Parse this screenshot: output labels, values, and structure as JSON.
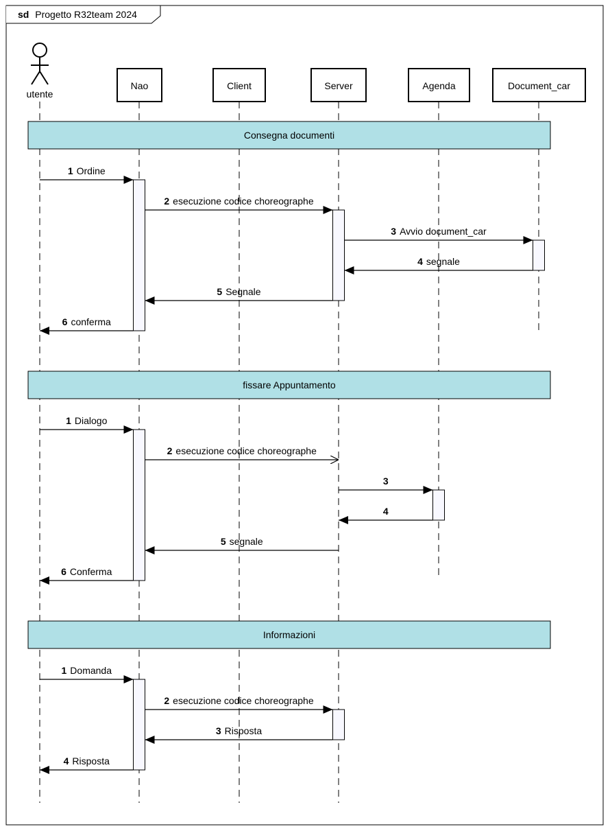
{
  "frame": {
    "keyword": "sd",
    "title": "Progetto R32team 2024"
  },
  "actor": {
    "label": "utente"
  },
  "participants": [
    {
      "id": "nao",
      "label": "Nao"
    },
    {
      "id": "client",
      "label": "Client"
    },
    {
      "id": "server",
      "label": "Server"
    },
    {
      "id": "agenda",
      "label": "Agenda"
    },
    {
      "id": "document_car",
      "label": "Document_car"
    }
  ],
  "colors": {
    "fragment_fill": "#b0e0e6",
    "activation_fill": "#f8f8ff",
    "line": "#000000"
  },
  "fragments": [
    {
      "title": "Consegna documenti",
      "messages": [
        {
          "num": "1",
          "text": "Ordine",
          "from": "utente",
          "to": "nao",
          "kind": "sync"
        },
        {
          "num": "2",
          "text": "esecuzione codice choreographe",
          "from": "nao",
          "to": "server",
          "kind": "sync"
        },
        {
          "num": "3",
          "text": "Avvio document_car",
          "from": "server",
          "to": "document_car",
          "kind": "sync"
        },
        {
          "num": "4",
          "text": "segnale",
          "from": "document_car",
          "to": "server",
          "kind": "reply"
        },
        {
          "num": "5",
          "text": "Segnale",
          "from": "server",
          "to": "nao",
          "kind": "reply"
        },
        {
          "num": "6",
          "text": "conferma",
          "from": "nao",
          "to": "utente",
          "kind": "reply"
        }
      ]
    },
    {
      "title": "fissare Appuntamento",
      "messages": [
        {
          "num": "1",
          "text": "Dialogo",
          "from": "utente",
          "to": "nao",
          "kind": "sync"
        },
        {
          "num": "2",
          "text": "esecuzione codice choreographe",
          "from": "nao",
          "to": "server",
          "kind": "open"
        },
        {
          "num": "3",
          "text": "",
          "from": "server",
          "to": "agenda",
          "kind": "sync"
        },
        {
          "num": "4",
          "text": "",
          "from": "agenda",
          "to": "server",
          "kind": "reply"
        },
        {
          "num": "5",
          "text": "segnale",
          "from": "server",
          "to": "nao",
          "kind": "reply"
        },
        {
          "num": "6",
          "text": "Conferma",
          "from": "nao",
          "to": "utente",
          "kind": "reply"
        }
      ]
    },
    {
      "title": "Informazioni",
      "messages": [
        {
          "num": "1",
          "text": "Domanda",
          "from": "utente",
          "to": "nao",
          "kind": "sync"
        },
        {
          "num": "2",
          "text": "esecuzione codice choreographe",
          "from": "nao",
          "to": "server",
          "kind": "sync"
        },
        {
          "num": "3",
          "text": "Risposta",
          "from": "server",
          "to": "nao",
          "kind": "reply"
        },
        {
          "num": "4",
          "text": "Risposta",
          "from": "nao",
          "to": "utente",
          "kind": "reply"
        }
      ]
    }
  ]
}
